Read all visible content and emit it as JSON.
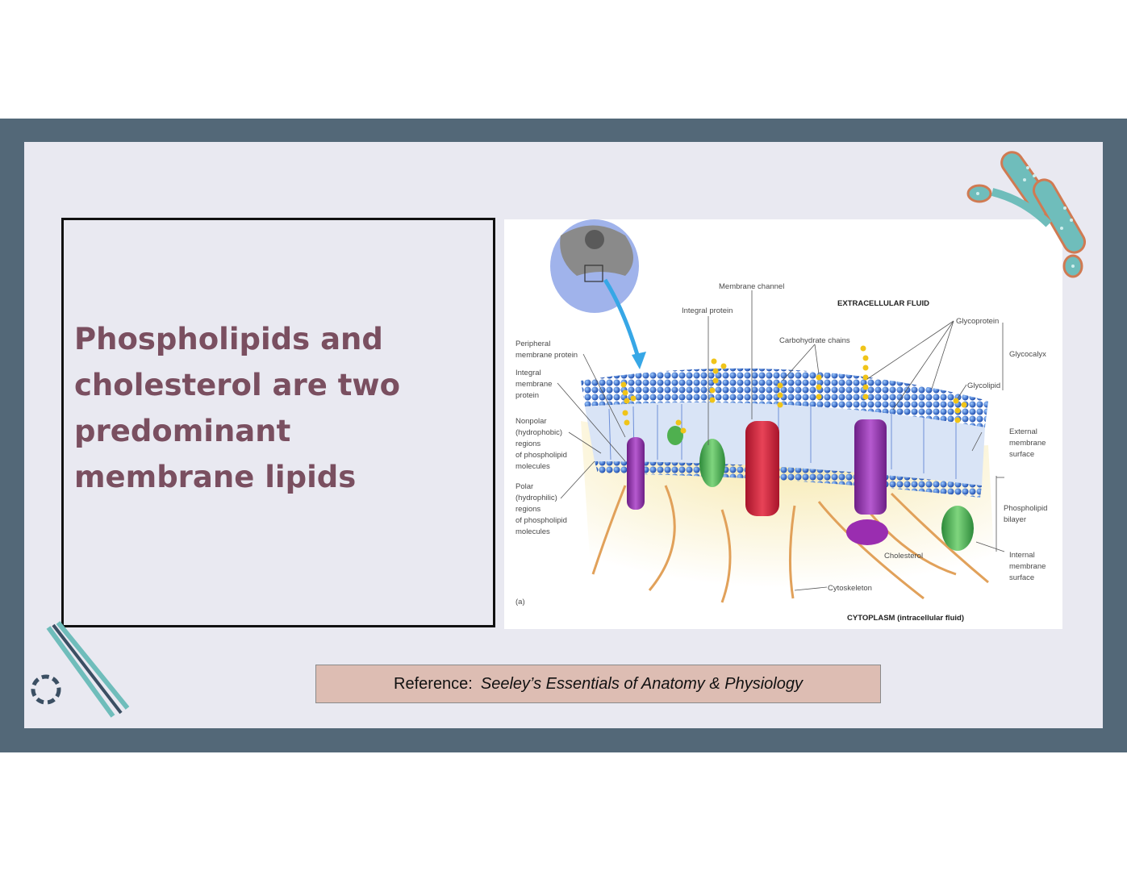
{
  "slide": {
    "headline": "Phospholipids and cholesterol are two predominant  membrane lipids"
  },
  "reference": {
    "prefix": "Reference:",
    "source": "Seeley’s Essentials of Anatomy & Physiology"
  },
  "figure": {
    "labels": {
      "membrane_channel": "Membrane channel",
      "integral_protein": "Integral protein",
      "extracellular_fluid": "EXTRACELLULAR FLUID",
      "glycoprotein": "Glycoprotein",
      "glycocalyx": "Glycocalyx",
      "carbohydrate_chains": "Carbohydrate chains",
      "glycolipid": "Glycolipid",
      "peripheral_1": "Peripheral",
      "peripheral_2": "membrane protein",
      "integral_m_1": "Integral",
      "integral_m_2": "membrane",
      "integral_m_3": "protein",
      "nonpolar_1": "Nonpolar",
      "nonpolar_2": "(hydrophobic)",
      "nonpolar_3": "regions",
      "nonpolar_4": "of phospholipid",
      "nonpolar_5": "molecules",
      "polar_1": "Polar",
      "polar_2": "(hydrophilic)",
      "polar_3": "regions",
      "polar_4": "of phospholipid",
      "polar_5": "molecules",
      "external_1": "External",
      "external_2": "membrane",
      "external_3": "surface",
      "bilayer_1": "Phospholipid",
      "bilayer_2": "bilayer",
      "internal_1": "Internal",
      "internal_2": "membrane",
      "internal_3": "surface",
      "cholesterol": "Cholesterol",
      "cytoskeleton": "Cytoskeleton",
      "cytoplasm": "CYTOPLASM (intracellular fluid)",
      "panel": "(a)"
    }
  },
  "colors": {
    "frame": "#536878",
    "slide": "#e9e9f1",
    "headline": "#7a4f60",
    "reference_bg": "#ddbdb3",
    "deco_teal": "#6fbdbb",
    "deco_orange": "#d07a52"
  }
}
